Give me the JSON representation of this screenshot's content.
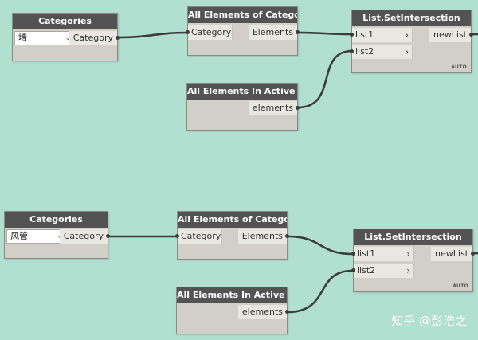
{
  "canvas": {
    "background": "#b2e0d0",
    "wire_color": "#3c3c3c",
    "node_header_color": "#545353",
    "node_body_color": "#d1cfc7"
  },
  "graphs": [
    {
      "categories": {
        "title": "Categories",
        "dropdown_value": "墙",
        "output_label": "Category"
      },
      "all_elements_of_category": {
        "title": "All Elements of Category",
        "input_label": "Category",
        "output_label": "Elements"
      },
      "all_elements_in_active_view": {
        "title": "All Elements In Active View",
        "output_label": "elements"
      },
      "set_intersection": {
        "title": "List.SetIntersection",
        "input1_label": "list1",
        "input2_label": "list2",
        "output_label": "newList",
        "lacing": "AUTO"
      }
    },
    {
      "categories": {
        "title": "Categories",
        "dropdown_value": "风管",
        "output_label": "Category"
      },
      "all_elements_of_category": {
        "title": "All Elements of Category",
        "input_label": "Category",
        "output_label": "Elements"
      },
      "all_elements_in_active_view": {
        "title": "All Elements In Active View",
        "output_label": "elements"
      },
      "set_intersection": {
        "title": "List.SetIntersection",
        "input1_label": "list1",
        "input2_label": "list2",
        "output_label": "newList",
        "lacing": "AUTO"
      }
    }
  ],
  "watermark": "知乎 @彭浩之"
}
